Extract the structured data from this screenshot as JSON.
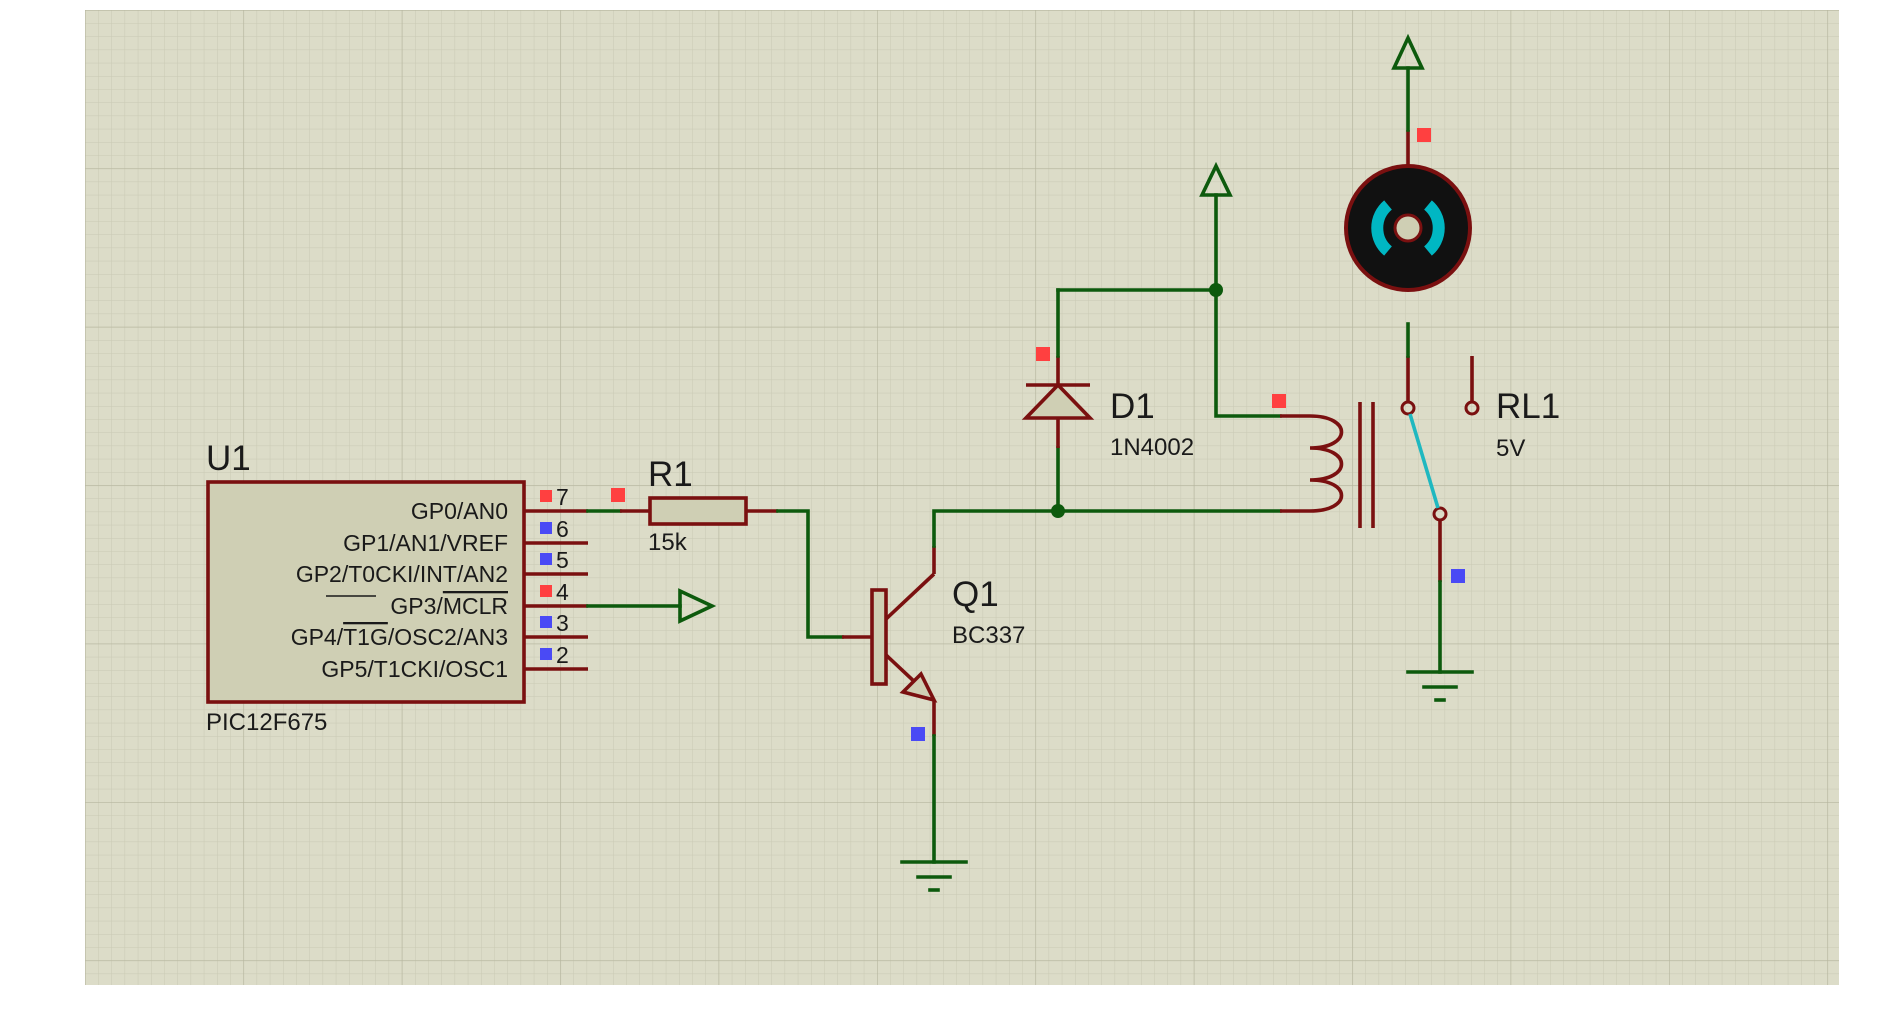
{
  "colors": {
    "background": "#ffffff",
    "sheet": "#dcdcc8",
    "grid_minor": "#c9c9b3",
    "grid_major": "#b9b9a2",
    "wire": "#0d5a0d",
    "component": "#7a1010",
    "ic_body": "#cfcfb4",
    "pin_high": "#ff4040",
    "pin_low": "#4a4af5",
    "motor_ring": "#00b7c3",
    "relay_contact": "#1fb8c0"
  },
  "u1": {
    "ref": "U1",
    "part": "PIC12F675",
    "pins": [
      {
        "name": "GP0/AN0",
        "num": "7",
        "state": "high"
      },
      {
        "name": "GP1/AN1/VREF",
        "num": "6",
        "state": "low"
      },
      {
        "name": "GP2/T0CKI/INT/AN2",
        "num": "5",
        "state": "low"
      },
      {
        "name_prefix": "GP3/",
        "name_overline": "MCLR",
        "num": "4",
        "state": "high"
      },
      {
        "name_prefix": "GP4/",
        "name_overline": "T1G",
        "name_suffix": "/OSC2/AN3",
        "num": "3",
        "state": "low"
      },
      {
        "name": "GP5/T1CKI/OSC1",
        "num": "2",
        "state": "low"
      }
    ]
  },
  "r1": {
    "ref": "R1",
    "value": "15k"
  },
  "q1": {
    "ref": "Q1",
    "value": "BC337"
  },
  "d1": {
    "ref": "D1",
    "value": "1N4002"
  },
  "rl1": {
    "ref": "RL1",
    "value": "5V"
  }
}
